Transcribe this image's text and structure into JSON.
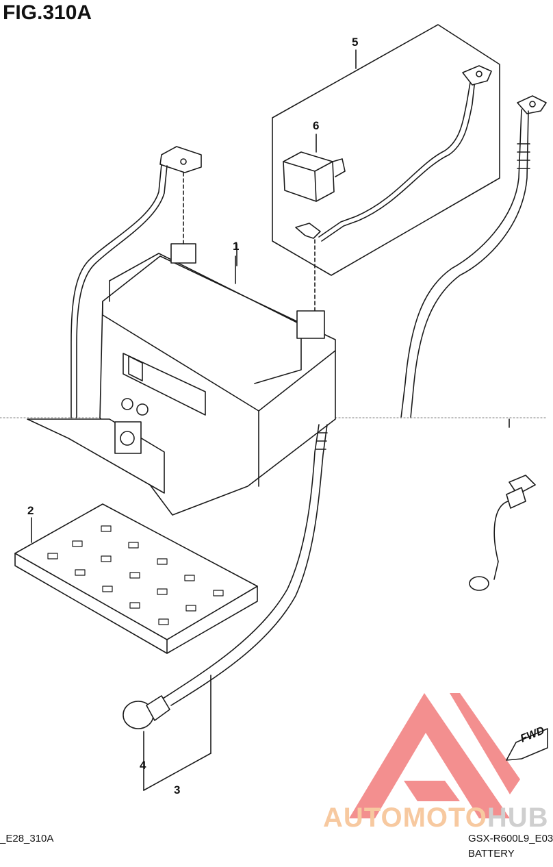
{
  "figure": {
    "title": "FIG.310A",
    "code_left": "_E28_310A",
    "code_right": "GSX-R600L9_E03",
    "caption": "BATTERY"
  },
  "callouts": [
    "1",
    "2",
    "3",
    "4",
    "5",
    "6"
  ],
  "fwd_label": "FWD",
  "watermark": {
    "part1": "AUTOMOTO",
    "part2": "HUB",
    "colors": {
      "part1": "#f7c9a0",
      "part2": "#cfcfcf",
      "logo": "#f06a6a"
    }
  },
  "colors": {
    "line": "#1a1a1a",
    "paper": "#ffffff"
  }
}
